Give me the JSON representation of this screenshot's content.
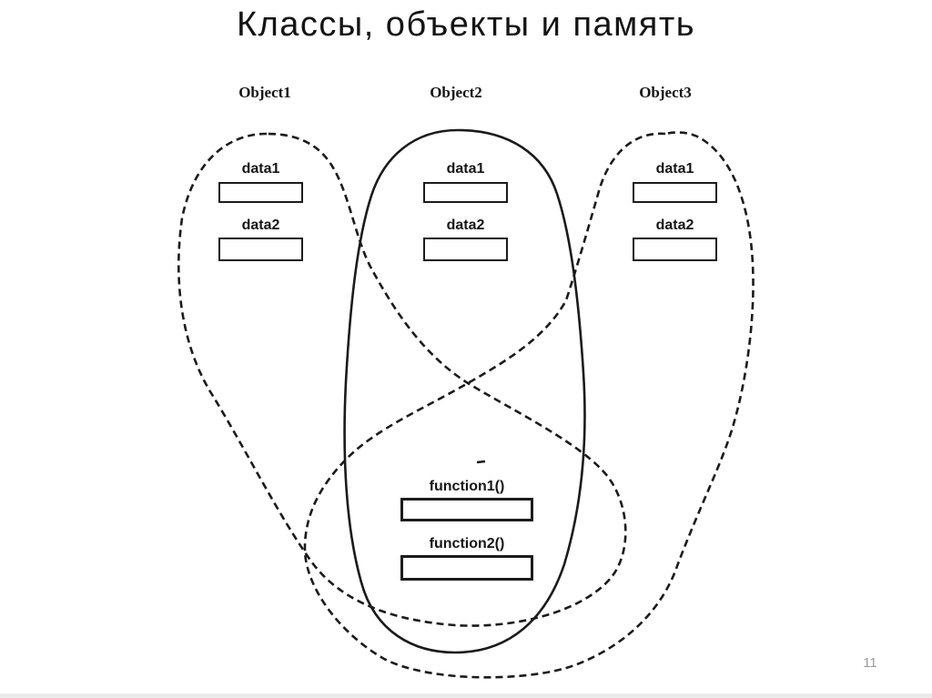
{
  "slide": {
    "title": "Классы, объекты и память",
    "page_number": "11"
  },
  "diagram": {
    "ink_color": "#1b1b1b",
    "objects": [
      {
        "label": "Object1",
        "outline": "dashed",
        "fields": [
          {
            "label": "data1"
          },
          {
            "label": "data2"
          }
        ]
      },
      {
        "label": "Object2",
        "outline": "solid",
        "fields": [
          {
            "label": "data1"
          },
          {
            "label": "data2"
          }
        ]
      },
      {
        "label": "Object3",
        "outline": "dashed",
        "fields": [
          {
            "label": "data1"
          },
          {
            "label": "data2"
          }
        ]
      }
    ],
    "shared_functions": [
      {
        "label": "function1()"
      },
      {
        "label": "function2()"
      }
    ]
  }
}
